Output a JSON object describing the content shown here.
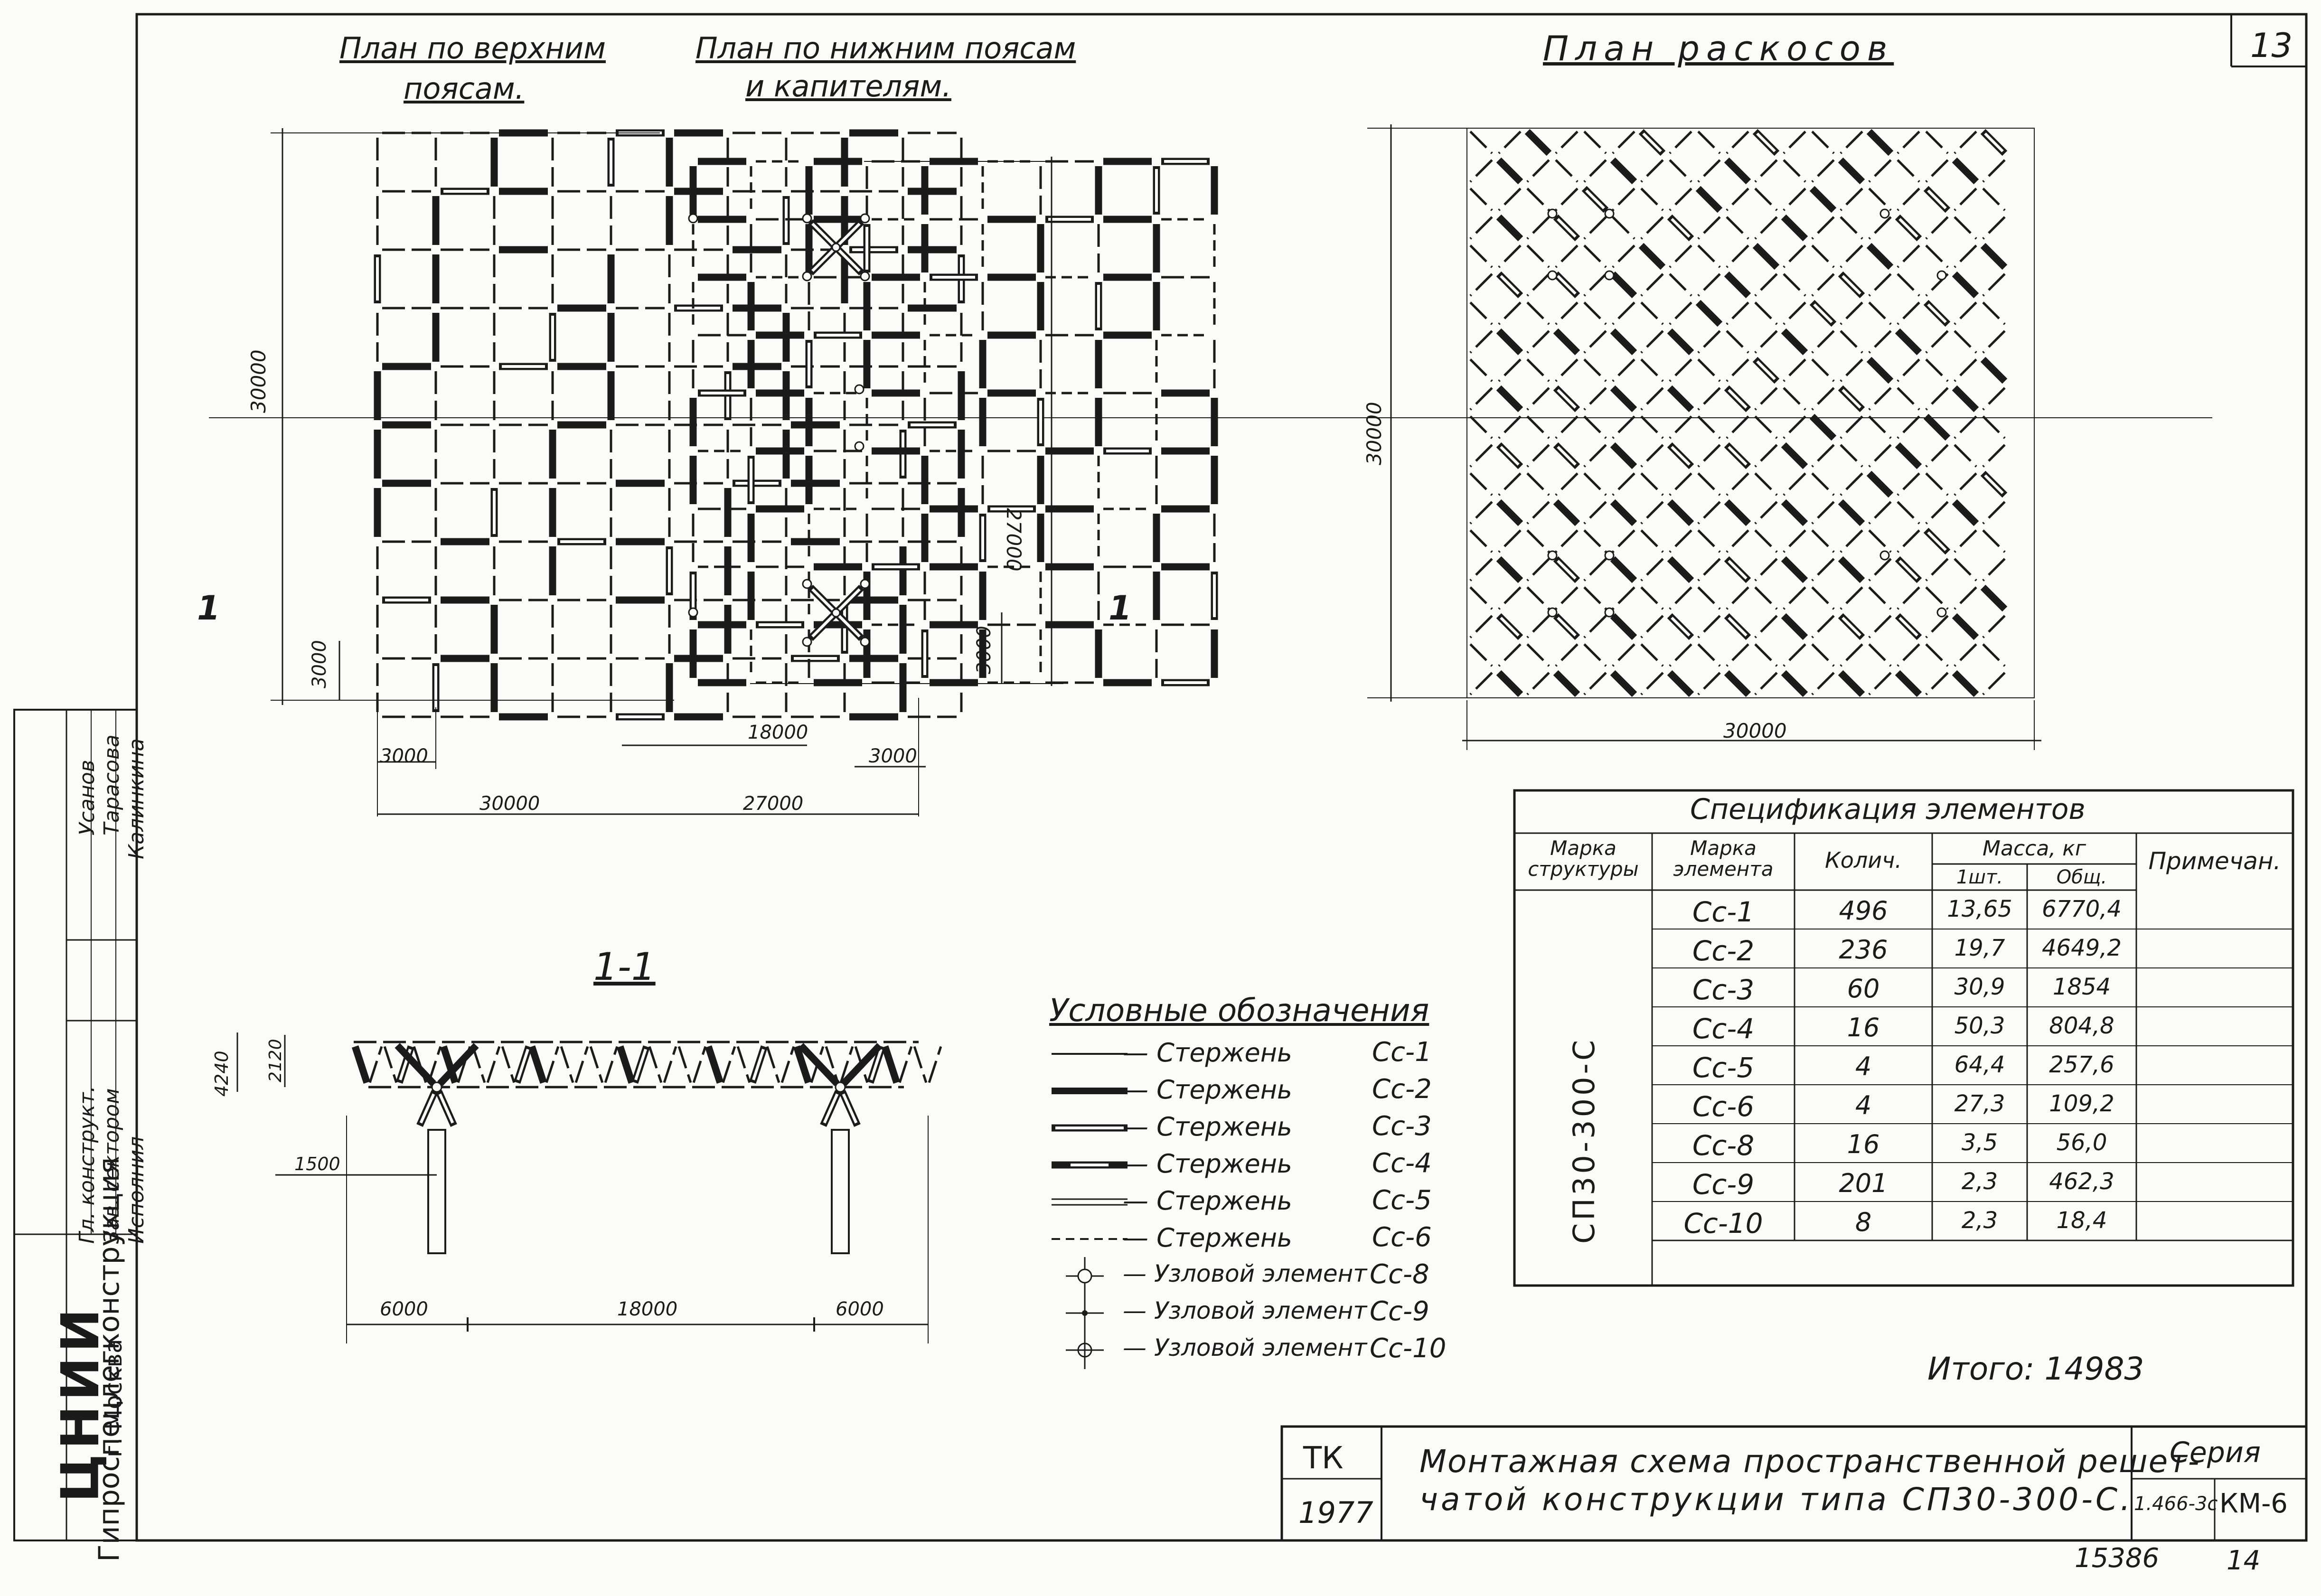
{
  "sheet": {
    "page_number": "13",
    "bottom_number_left": "15386",
    "bottom_number_right": "14"
  },
  "views": {
    "top_chords_title_1": "План по верхним",
    "top_chords_title_2": "поясам.",
    "bottom_chords_title_1": "План по нижним поясам",
    "bottom_chords_title_2": "и капителям.",
    "braces_title": "План раскосов",
    "section_title": "1-1",
    "section_mark": "1"
  },
  "dimensions": {
    "top_height": "30000",
    "top_bay": "3000",
    "top_width": "30000",
    "bottom_height": "27000",
    "bottom_bay_v": "3000",
    "bottom_span": "18000",
    "bottom_bay_h": "3000",
    "bottom_width": "27000",
    "braces_height": "30000",
    "braces_width": "30000",
    "section_height": "4240",
    "section_depth": "2120",
    "section_offset": "1500",
    "section_left": "6000",
    "section_mid": "18000",
    "section_right": "6000"
  },
  "legend": {
    "title": "Условные обозначения",
    "items": [
      {
        "desc": "— Стержень",
        "mark": "Сс-1",
        "style": "thin"
      },
      {
        "desc": "— Стержень",
        "mark": "Сс-2",
        "style": "thick"
      },
      {
        "desc": "— Стержень",
        "mark": "Сс-3",
        "style": "hollow"
      },
      {
        "desc": "— Стержень",
        "mark": "Сс-4",
        "style": "hollow-dark"
      },
      {
        "desc": "— Стержень",
        "mark": "Сс-5",
        "style": "double"
      },
      {
        "desc": "— Стержень",
        "mark": "Сс-6",
        "style": "dashed"
      },
      {
        "desc": "— Узловой элемент",
        "mark": "Сс-8",
        "style": "node-circle"
      },
      {
        "desc": "— Узловой элемент",
        "mark": "Сс-9",
        "style": "node-plus"
      },
      {
        "desc": "— Узловой элемент",
        "mark": "Сс-10",
        "style": "node-cross"
      }
    ]
  },
  "spec": {
    "title": "Спецификация элементов",
    "headers": {
      "structure": "Марка структуры",
      "element": "Марка элемента",
      "qty": "Колич.",
      "mass": "Масса, кг",
      "mass_one": "1шт.",
      "mass_total": "Общ.",
      "note": "Примечан."
    },
    "structure_mark": "СП30-300-С",
    "rows": [
      {
        "mark": "Сс-1",
        "qty": "496",
        "one": "13,65",
        "total": "6770,4"
      },
      {
        "mark": "Сс-2",
        "qty": "236",
        "one": "19,7",
        "total": "4649,2"
      },
      {
        "mark": "Сс-3",
        "qty": "60",
        "one": "30,9",
        "total": "1854"
      },
      {
        "mark": "Сс-4",
        "qty": "16",
        "one": "50,3",
        "total": "804,8"
      },
      {
        "mark": "Сс-5",
        "qty": "4",
        "one": "64,4",
        "total": "257,6"
      },
      {
        "mark": "Сс-6",
        "qty": "4",
        "one": "27,3",
        "total": "109,2"
      },
      {
        "mark": "Сс-8",
        "qty": "16",
        "one": "3,5",
        "total": "56,0"
      },
      {
        "mark": "Сс-9",
        "qty": "201",
        "one": "2,3",
        "total": "462,3"
      },
      {
        "mark": "Сс-10",
        "qty": "8",
        "one": "2,3",
        "total": "18,4"
      }
    ],
    "total": "Итого: 14983"
  },
  "title_block": {
    "code": "ТК",
    "year": "1977",
    "title_line1": "Монтажная схема пространственной решет-",
    "title_line2": "чатой конструкции типа СП30-300-С.",
    "series_label": "Серия",
    "series_value": "1.466-3с",
    "sheet_code": "КМ-6"
  },
  "side_stamp": {
    "org_short": "ЦНИИ",
    "org_name": "Гипроспецлегконструкция",
    "city": "г. Москва",
    "roles": [
      "Гл. конструкт.",
      "Зав. сектором",
      "Исполнил"
    ],
    "names": [
      "Усанов",
      "Тарасова",
      "Калинкина"
    ]
  }
}
